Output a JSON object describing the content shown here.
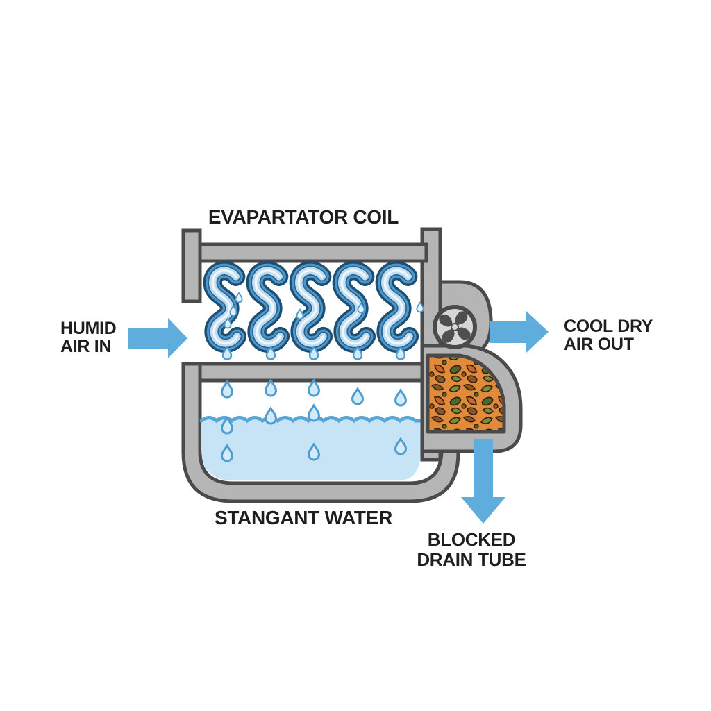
{
  "labels": {
    "title": "EVAPARTATOR COIL",
    "humid": {
      "line1": "HUMID",
      "line2": "AIR IN"
    },
    "cool": {
      "line1": "COOL DRY",
      "line2": "AIR OUT"
    },
    "stagnant": "STANGANT WATER",
    "blocked": {
      "line1": "BLOCKED",
      "line2": "DRAIN TUBE"
    }
  },
  "diagram": {
    "type": "dehumidifier-evaporator-cross-section",
    "coil_count": 5,
    "icons": [
      "humid-air-arrow-icon",
      "cool-air-arrow-icon",
      "drain-arrow-icon",
      "fan-icon",
      "coil-icon",
      "water-droplet-icon",
      "debris-blockage",
      "stagnant-water-pool"
    ]
  },
  "colors": {
    "bg": "#ffffff",
    "ink": "#1e1e1e",
    "arrow": "#5faddd",
    "gray-fill": "#b5b5b5",
    "gray-stroke": "#4a4a4a",
    "coil-dark": "#1d4f74",
    "coil-mid": "#4e97c8",
    "coil-inner-dark": "#2a6291",
    "coil-light": "#bfddf0",
    "coil-core": "#eef6fc",
    "water": "#c6e4f6",
    "water-line": "#58a5d8",
    "drop-fill": "#d3eafa",
    "drop-light": "#e6f3fc",
    "drop-stroke": "#4e9cd0",
    "fan-face": "#d6d6d6",
    "fan-blade": "#4f4f4f",
    "debris-bg": "#e08a3c",
    "debris-brown": "#8a5526",
    "debris-green": "#73913c",
    "debris-dark-green": "#49662c",
    "debris-orange": "#c9652a",
    "debris-outline": "#33200e"
  }
}
